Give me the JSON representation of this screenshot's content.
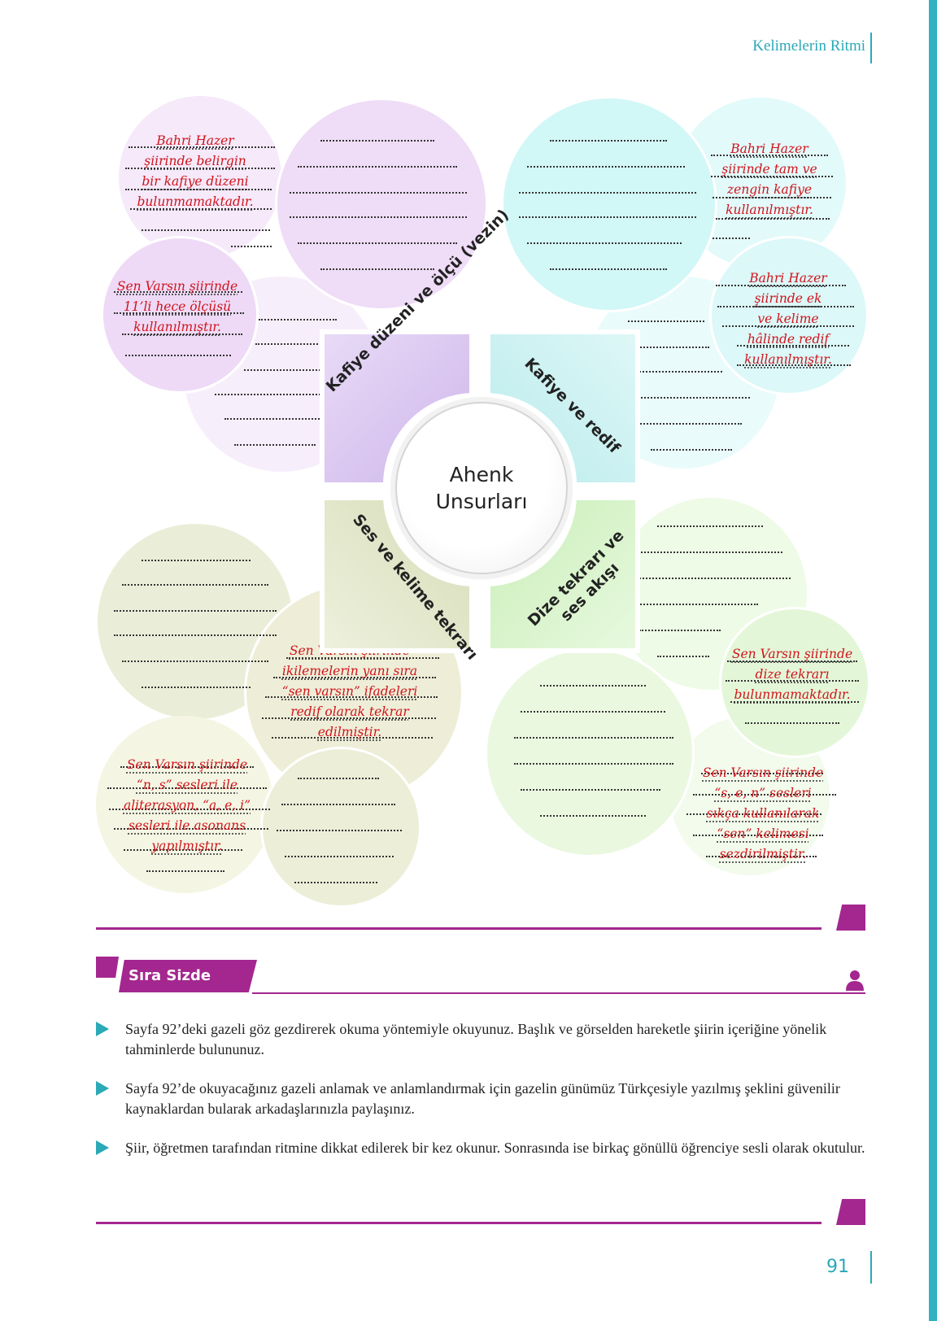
{
  "header": {
    "title": "Kelimelerin Ritmi"
  },
  "diagram": {
    "center": {
      "line1": "Ahenk",
      "line2": "Unsurları"
    },
    "quadrants": {
      "top_left": "Kafiye düzeni ve ölçü (vezin)",
      "top_right": "Kafiye ve redif",
      "bottom_left": "Ses ve kelime tekrarı",
      "bottom_right": "Dize tekrarı ve ses akışı"
    },
    "answers": {
      "tl_1": [
        "Bahri Hazer",
        "şiirinde belirgin",
        "bir kafiye düzeni",
        "bulunmamaktadır."
      ],
      "tl_2": [
        "Sen Varsın şiirinde",
        "11’li hece ölçüsü",
        "kullanılmıştır."
      ],
      "tr_1": [
        "Bahri Hazer",
        "şiirinde tam ve",
        "zengin kafiye",
        "kullanılmıştır."
      ],
      "tr_2": [
        "Bahri Hazer",
        "şiirinde ek",
        "ve kelime",
        "hâlinde redif",
        "kullanılmıştır."
      ],
      "bl_1": [
        "Sen Varsın şiirinde",
        "ikilemelerin yanı sıra",
        "“sen varsın” ifadeleri",
        "redif olarak tekrar",
        "edilmiştir."
      ],
      "bl_2": [
        "Sen Varsın şiirinde",
        "“n, s” sesleri ile",
        "aliterasyon, “a, e, i”",
        "sesleri ile asonans",
        "yapılmıştır."
      ],
      "br_1": [
        "Sen Varsın şiirinde",
        "dize tekrarı",
        "bulunmamaktadır."
      ],
      "br_2": [
        "Sen Varsın şiirinde",
        "“s, e, n” sesleri",
        "sıkça kullanılarak",
        "“sen” kelimesi",
        "sezdirilmiştir."
      ]
    }
  },
  "sira_sizde": {
    "title": "Sıra Sizde",
    "items": [
      "Sayfa 92’deki gazeli göz gezdirerek okuma yöntemiyle okuyunuz. Başlık ve görselden hareketle şiirin içeriğine yönelik tahminlerde bulununuz.",
      "Sayfa 92’de okuyacağınız gazeli anlamak ve anlamlandırmak için gazelin günümüz Türkçesiyle yazılmış şeklini güvenilir kaynaklardan bularak arkadaşlarınızla paylaşınız.",
      "Şiir, öğretmen tarafından ritmine dikkat edilerek bir kez okunur. Sonrasında ise birkaç gönüllü öğrenciye sesli olarak okutulur."
    ]
  },
  "page_number": "91",
  "colors": {
    "accent_teal": "#2aa9b8",
    "accent_magenta": "#a3278f",
    "answer_red": "#d0141c"
  },
  "icons": {
    "bullet": "triangle-right-icon",
    "person": "person-icon"
  }
}
